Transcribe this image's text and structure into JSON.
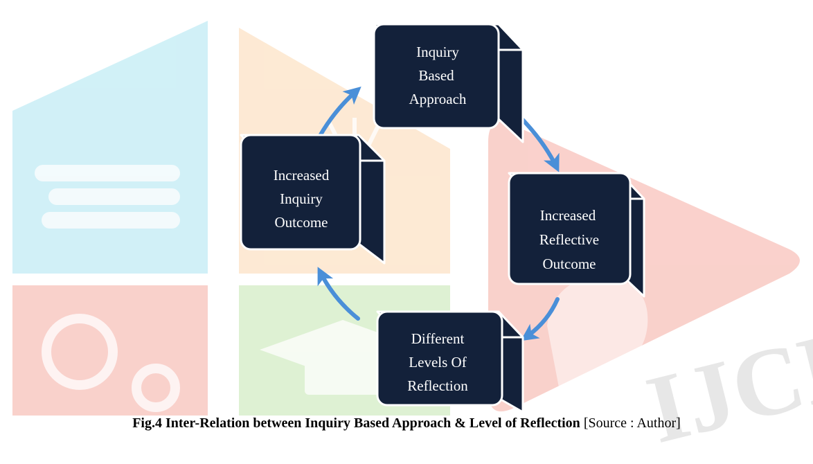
{
  "diagram": {
    "nodes": [
      {
        "id": "inquiry-based-approach",
        "lines": [
          "Inquiry",
          "Based",
          "Approach"
        ]
      },
      {
        "id": "increased-reflective-outcome",
        "lines": [
          "Increased",
          "Reflective",
          "Outcome"
        ]
      },
      {
        "id": "different-levels-of-reflection",
        "lines": [
          "Different",
          "Levels Of",
          "Reflection"
        ]
      },
      {
        "id": "increased-inquiry-outcome",
        "lines": [
          "Increased",
          "Inquiry",
          "Outcome"
        ]
      }
    ],
    "edges": [
      {
        "from": "inquiry-based-approach",
        "to": "increased-reflective-outcome"
      },
      {
        "from": "increased-reflective-outcome",
        "to": "different-levels-of-reflection"
      },
      {
        "from": "different-levels-of-reflection",
        "to": "increased-inquiry-outcome"
      },
      {
        "from": "increased-inquiry-outcome",
        "to": "inquiry-based-approach"
      }
    ]
  },
  "caption": {
    "bold": "Fig.4 Inter-Relation between Inquiry Based Approach & Level of Reflection",
    "normal": " [Source : Author]"
  },
  "watermark": {
    "text": "IJCRT"
  },
  "colors": {
    "box_fill": "#13213a",
    "arrow": "#4a8fd8",
    "watermark_cyan": "#c9eef6",
    "watermark_orange": "#fde6cd",
    "watermark_red": "#f9c9c3",
    "watermark_green": "#d9efcc"
  }
}
